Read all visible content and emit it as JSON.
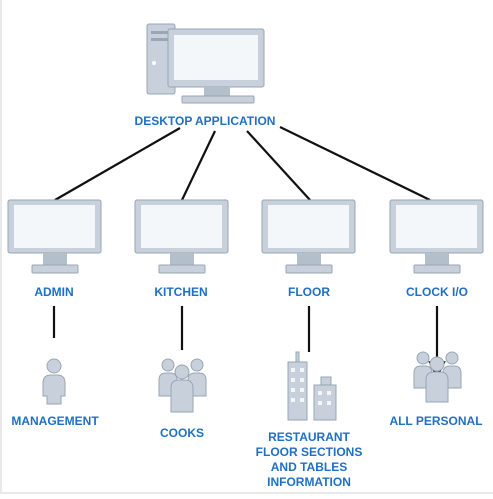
{
  "root": {
    "label": "DESKTOP APPLICATION",
    "icon": "desktop-computer-icon"
  },
  "modules": [
    {
      "label": "ADMIN",
      "icon": "monitor-icon"
    },
    {
      "label": "KITCHEN",
      "icon": "monitor-icon"
    },
    {
      "label": "FLOOR",
      "icon": "monitor-icon"
    },
    {
      "label": "CLOCK I/O",
      "icon": "monitor-icon"
    }
  ],
  "users": [
    {
      "label": "MANAGEMENT",
      "icon": "person-icon"
    },
    {
      "label": "COOKS",
      "icon": "group-icon"
    },
    {
      "label": "RESTAURANT FLOOR SECTIONS AND TABLES INFORMATION",
      "icon": "buildings-icon"
    },
    {
      "label": "ALL PERSONAL",
      "icon": "group-icon"
    }
  ],
  "colors": {
    "label": "#1f6fc4",
    "icon_fill": "#c7d0db",
    "icon_stroke": "#9aa6b4",
    "screen_fill": "#f4f7fa",
    "connector": "#111111"
  }
}
